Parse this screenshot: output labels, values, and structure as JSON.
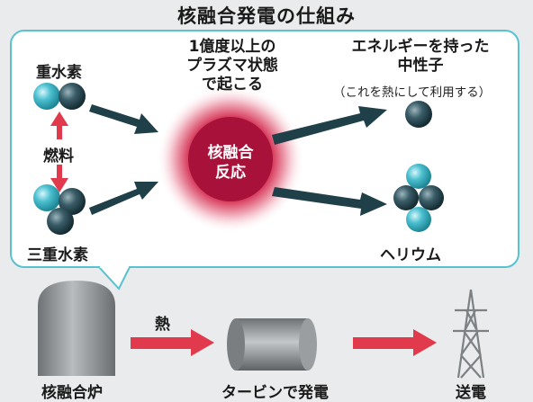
{
  "title": "核融合発電の仕組み",
  "top": {
    "deuterium": "重水素",
    "fuel": "燃料",
    "tritium": "三重水素",
    "plasma_line1": "1億度以上の",
    "plasma_line2": "プラズマ状態",
    "plasma_line3": "で起こる",
    "reaction_line1": "核融合",
    "reaction_line2": "反応",
    "neutron_line1": "エネルギーを持った",
    "neutron_line2": "中性子",
    "neutron_note": "（これを熱にして利用する）",
    "helium": "ヘリウム"
  },
  "bottom": {
    "reactor": "核融合炉",
    "heat": "熱",
    "turbine": "タービンで発電",
    "transmission": "送電"
  },
  "colors": {
    "accent_teal": "#3bb4c4",
    "dark_particle": "#2a4a54",
    "reaction_red": "#a8123a",
    "arrow_red": "#e03a4c",
    "arrow_dark": "#1f3f49"
  }
}
